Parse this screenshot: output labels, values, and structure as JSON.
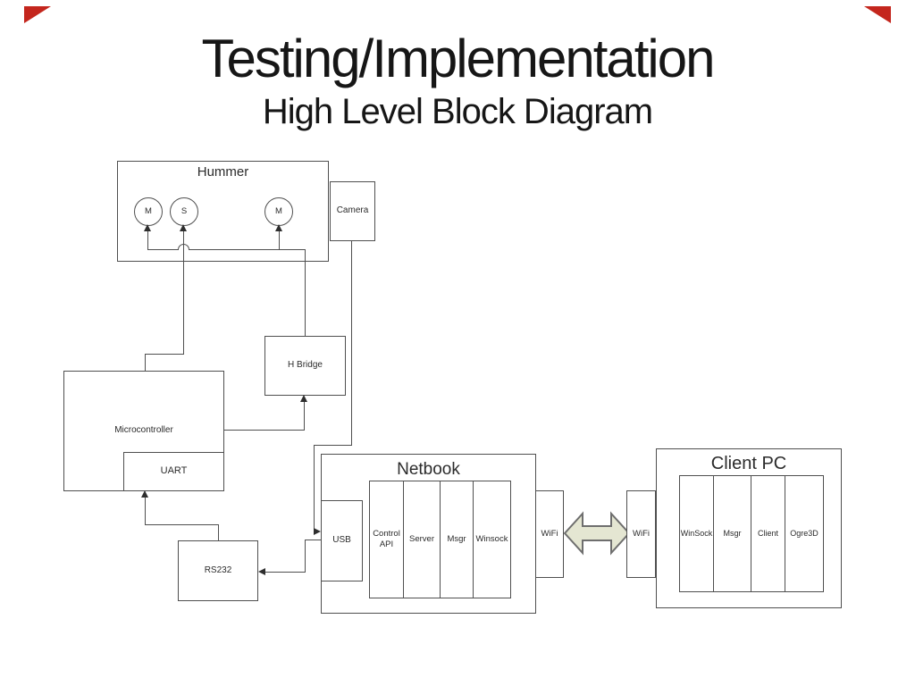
{
  "slide": {
    "title": "Testing/Implementation",
    "subtitle": "High Level Block Diagram"
  },
  "colors": {
    "corner_accent": "#c4261d",
    "line": "#4f4f4f",
    "wifi_arrow_fill": "#e4e6d2",
    "wifi_arrow_stroke": "#6e6e6e"
  },
  "diagram": {
    "hummer": {
      "label": "Hummer",
      "motor_left": "M",
      "servo": "S",
      "motor_right": "M"
    },
    "camera": {
      "label": "Camera"
    },
    "h_bridge": {
      "label": "H Bridge"
    },
    "microcontroller": {
      "label": "Microcontroller"
    },
    "uart": {
      "label": "UART"
    },
    "rs232": {
      "label": "RS232"
    },
    "netbook": {
      "label": "Netbook",
      "usb": "USB",
      "modules": [
        "Control API",
        "Server",
        "Msgr",
        "Winsock"
      ],
      "wifi": "WiFi"
    },
    "client_pc": {
      "label": "Client PC",
      "wifi": "WiFi",
      "modules": [
        "WinSock",
        "Msgr",
        "Client",
        "Ogre3D"
      ]
    }
  }
}
